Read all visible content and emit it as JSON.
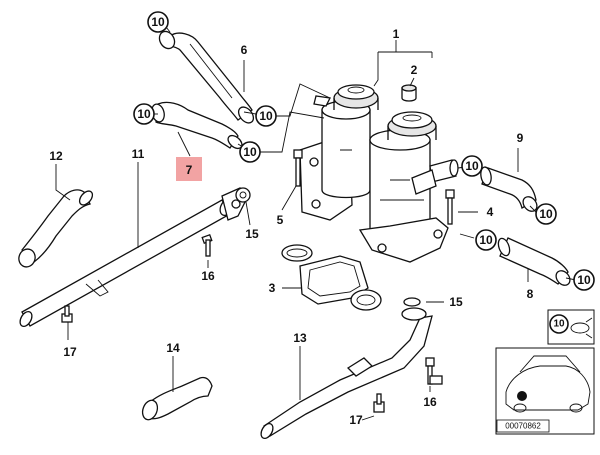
{
  "diagram": {
    "highlight_color": "#f2a3a3",
    "callouts": {
      "c1": "1",
      "c2": "2",
      "c3": "3",
      "c4": "4",
      "c5": "5",
      "c6": "6",
      "c7": "7",
      "c8": "8",
      "c9": "9",
      "c10a": "10",
      "c10b": "10",
      "c10c": "10",
      "c10d": "10",
      "c10e": "10",
      "c10f": "10",
      "c10g": "10",
      "c10h": "10",
      "c10i": "10",
      "c11": "11",
      "c12": "12",
      "c13": "13",
      "c14": "14",
      "c15a": "15",
      "c15b": "15",
      "c16a": "16",
      "c16b": "16",
      "c17a": "17",
      "c17b": "17"
    },
    "inset": {
      "ref_number": "00070862",
      "clamp_label": "10"
    }
  }
}
